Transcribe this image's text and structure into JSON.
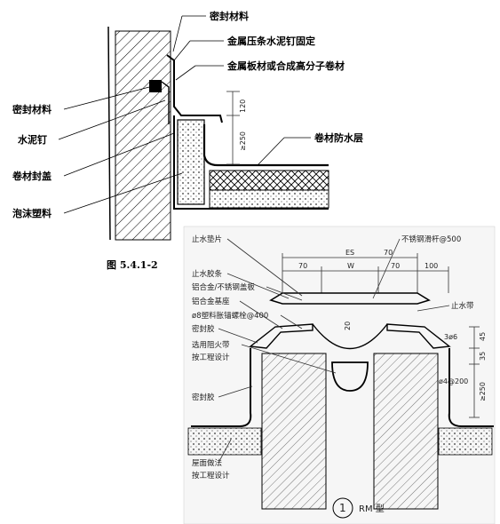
{
  "figure_caption": "图 5.4.1-2",
  "top_detail": {
    "labels_right": [
      "密封材料",
      "金属压条水泥钉固定",
      "金属板材或合成高分子卷材",
      "卷材防水层"
    ],
    "labels_left": [
      "密封材料",
      "水泥钉",
      "卷材封盖",
      "泡沫塑料"
    ],
    "dimensions": [
      "120",
      "≥250"
    ]
  },
  "bottom_detail": {
    "labels_left": [
      "止水垫片",
      "止水胶条",
      "铝合金/不锈钢盖板",
      "铝合金基座",
      "ø8塑料胀锚螺栓@400",
      "密封胶",
      "选用阻火带",
      "按工程设计",
      "密封胶",
      "屋面做法",
      "按工程设计"
    ],
    "labels_right": [
      "不锈钢滑杆@500",
      "止水带"
    ],
    "dimensions": {
      "top": [
        "ES",
        "W",
        "70",
        "70",
        "100",
        "70"
      ],
      "side": [
        "3ø6",
        "45",
        "35",
        "ø4@200",
        "≥250"
      ],
      "gap": "20"
    },
    "circle_number": "1",
    "type_label": "RM 型"
  }
}
